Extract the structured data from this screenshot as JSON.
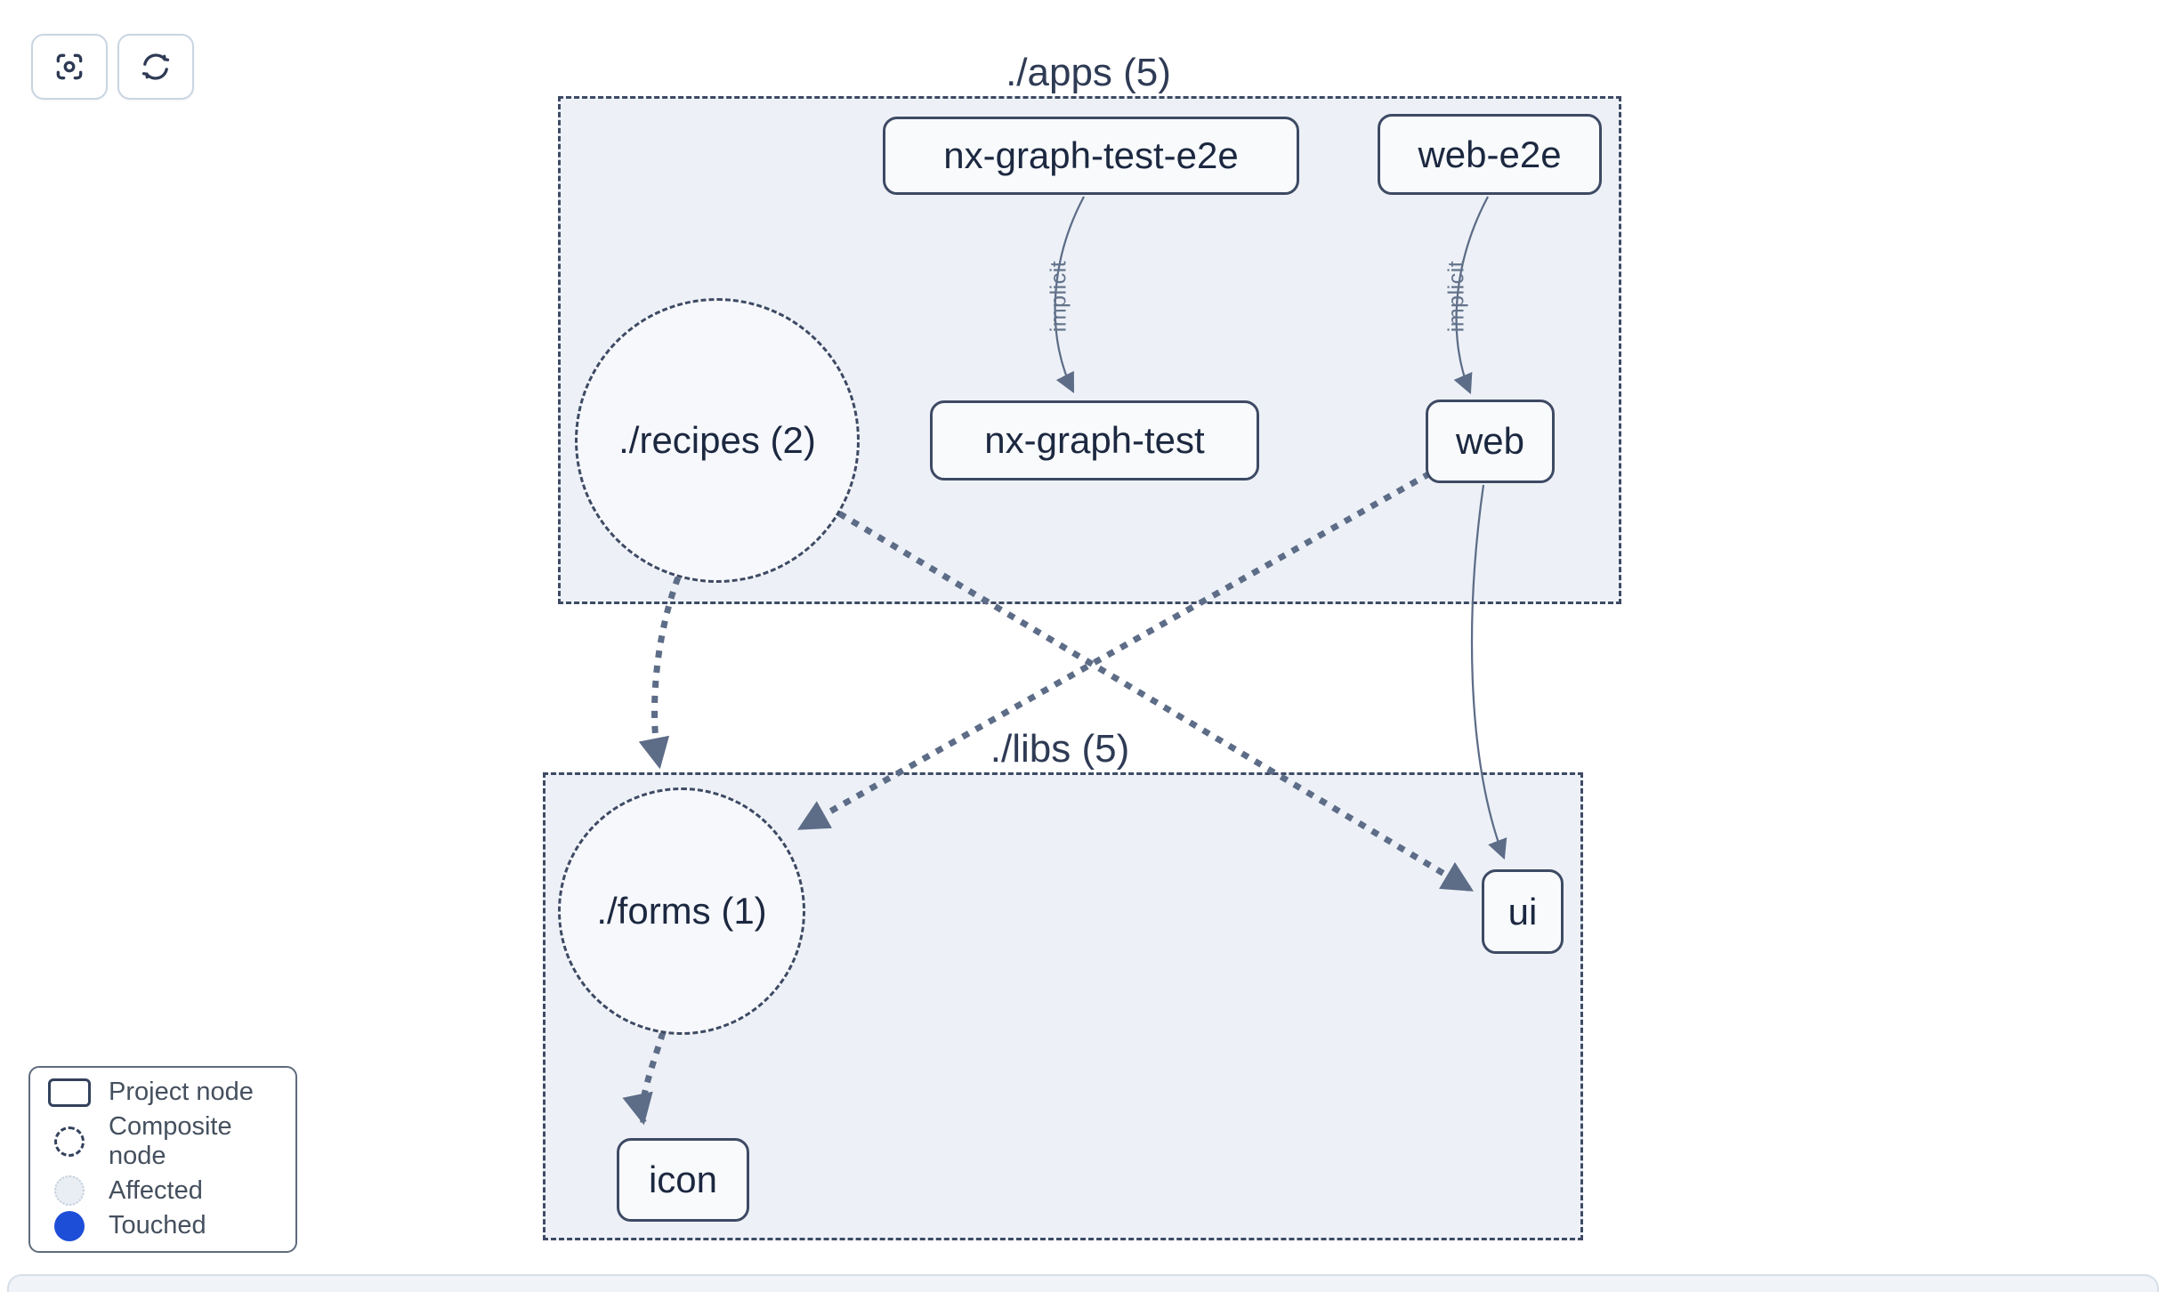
{
  "toolbar": {
    "buttons": [
      {
        "name": "focus",
        "icon": "focus-crosshair-icon"
      },
      {
        "name": "refresh",
        "icon": "refresh-icon"
      }
    ]
  },
  "groups": {
    "apps": {
      "label": "./apps (5)"
    },
    "libs": {
      "label": "./libs (5)"
    }
  },
  "nodes": {
    "nx_graph_test_e2e": {
      "label": "nx-graph-test-e2e",
      "type": "project"
    },
    "web_e2e": {
      "label": "web-e2e",
      "type": "project"
    },
    "nx_graph_test": {
      "label": "nx-graph-test",
      "type": "project"
    },
    "web": {
      "label": "web",
      "type": "project"
    },
    "recipes": {
      "label": "./recipes (2)",
      "type": "composite"
    },
    "forms": {
      "label": "./forms (1)",
      "type": "composite"
    },
    "ui": {
      "label": "ui",
      "type": "project"
    },
    "icon": {
      "label": "icon",
      "type": "project"
    }
  },
  "edges": {
    "list": [
      {
        "from": "nx-graph-test-e2e",
        "to": "nx-graph-test",
        "label": "implicit",
        "style": "solid-thin"
      },
      {
        "from": "web-e2e",
        "to": "web",
        "label": "implicit",
        "style": "solid-thin"
      },
      {
        "from": "./recipes (2)",
        "to": "./forms (1)",
        "label": "",
        "style": "dashed-thick"
      },
      {
        "from": "./recipes (2)",
        "to": "ui",
        "label": "",
        "style": "dashed-thick"
      },
      {
        "from": "web",
        "to": "./forms (1)",
        "label": "",
        "style": "dashed-thick"
      },
      {
        "from": "web",
        "to": "ui",
        "label": "",
        "style": "solid-thin"
      },
      {
        "from": "./forms (1)",
        "to": "icon",
        "label": "",
        "style": "dashed-thick"
      }
    ]
  },
  "legend": {
    "items": [
      {
        "label": "Project node",
        "swatch": "project-node-swatch"
      },
      {
        "label": "Composite node",
        "swatch": "composite-node-swatch"
      },
      {
        "label": "Affected",
        "swatch": "affected-swatch"
      },
      {
        "label": "Touched",
        "swatch": "touched-swatch"
      }
    ]
  },
  "colors": {
    "container_fill": "#edf1f7",
    "node_fill": "#f8fafc",
    "border_dark": "#3e4a64",
    "edge": "#5d6c87",
    "text_dark": "#1c2840",
    "edge_label": "#64748b",
    "touched_blue": "#1d4ed8",
    "affected_fill": "#e9eef4"
  }
}
